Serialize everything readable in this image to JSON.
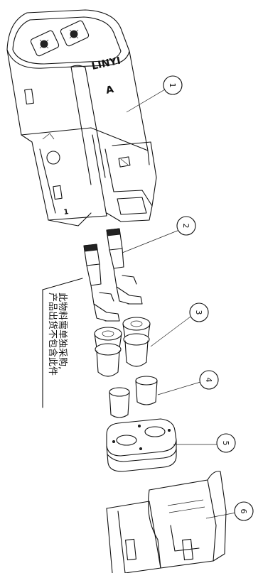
{
  "housing": {
    "brand": "LINYI",
    "variant": "A",
    "pin_mark": "1"
  },
  "callouts": [
    "1",
    "2",
    "3",
    "4",
    "5",
    "6"
  ],
  "note": {
    "line1": "此物料需单独采购,",
    "line2": "产品出货不包含此件"
  }
}
